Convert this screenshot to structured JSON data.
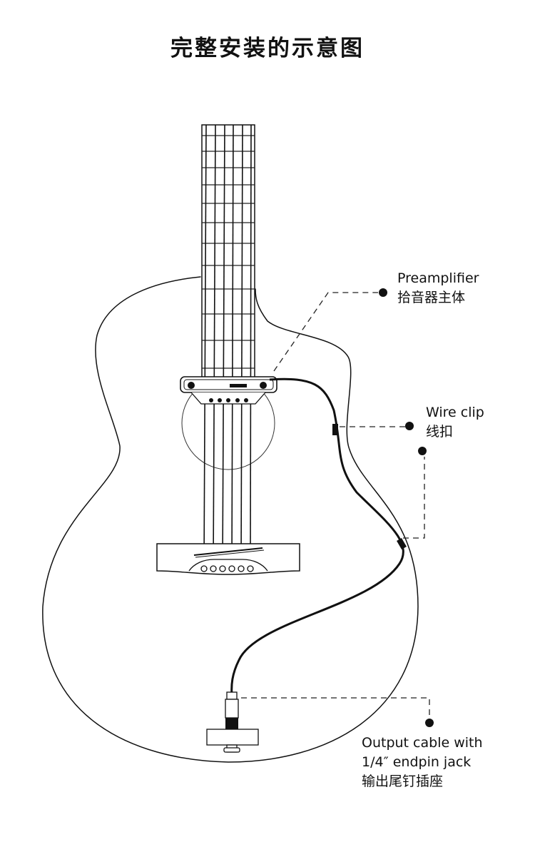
{
  "title": "完整安装的示意图",
  "labels": {
    "preamp": {
      "en": "Preamplifier",
      "zh": "拾音器主体"
    },
    "wireclip": {
      "en": "Wire clip",
      "zh": "线扣"
    },
    "output": {
      "en1": "Output cable with",
      "en2": "1/4″   endpin jack",
      "zh": "输出尾钉插座"
    }
  }
}
